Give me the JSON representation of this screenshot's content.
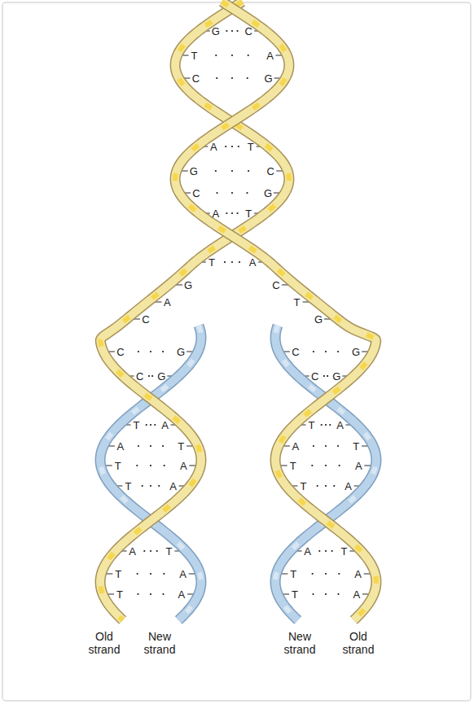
{
  "diagram": {
    "labels": [
      "G",
      "C",
      "T",
      "A",
      "C",
      "G",
      "A",
      "T",
      "G",
      "C",
      "C",
      "G",
      "A",
      "T",
      "T",
      "A",
      "G",
      "C",
      "A",
      "T",
      "C",
      "G",
      "C",
      "G",
      "C",
      "G",
      "C",
      "G",
      "C",
      "G",
      "T",
      "A",
      "T",
      "A",
      "A",
      "T",
      "A",
      "T",
      "T",
      "A",
      "T",
      "A",
      "T",
      "A",
      "T",
      "A",
      "A",
      "T",
      "A",
      "T",
      "T",
      "A",
      "T",
      "A",
      "T",
      "A",
      "T",
      "A",
      "Old strand",
      "New strand",
      "New strand",
      "Old strand"
    ]
  }
}
